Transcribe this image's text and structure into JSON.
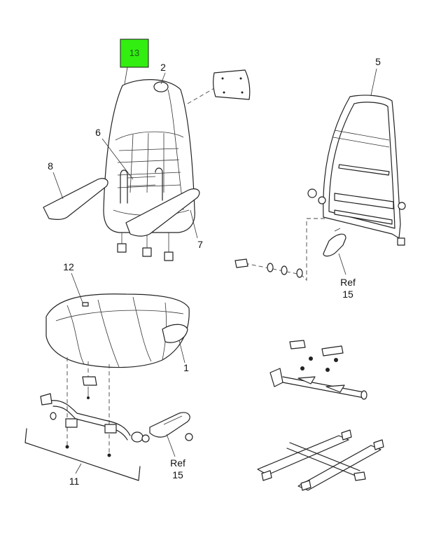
{
  "highlight": {
    "label": "13",
    "color": "#33ee11"
  },
  "callouts": {
    "c2": "2",
    "c5": "5",
    "c6": "6",
    "c8": "8",
    "c7": "7",
    "c12": "12",
    "c1": "1",
    "c11": "11",
    "ref_upper": "Ref",
    "ref_upper_num": "15",
    "ref_lower": "Ref",
    "ref_lower_num": "15"
  }
}
